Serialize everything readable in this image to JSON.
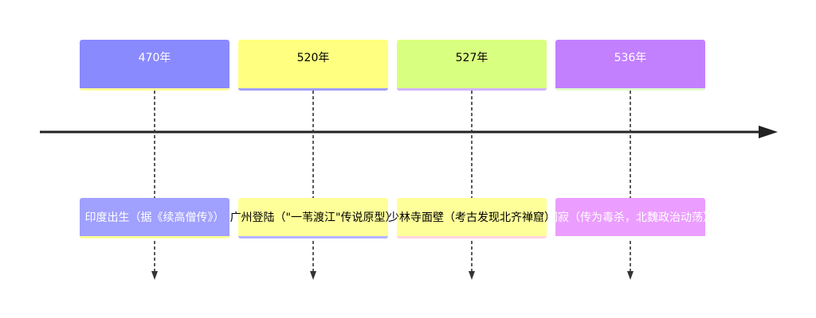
{
  "events": [
    {
      "year": "470年",
      "text": "印度出生（据《续高僧传》）",
      "color": "#8a8aff",
      "under": "#ffff99",
      "text_color": "#ffffff",
      "event_color": "#a0a0ff",
      "event_under": "#ffff99"
    },
    {
      "year": "520年",
      "text": "广州登陆（\"一苇渡江\"传说原型）",
      "color": "#ffff80",
      "under": "#a0a0ff",
      "text_color": "#000000",
      "event_color": "#ffff99",
      "event_under": "#b4b4ff"
    },
    {
      "year": "527年",
      "text": "少林寺面壁（考古发现北齐禅窟）",
      "color": "#d9ff80",
      "under": "#d4b4ff",
      "text_color": "#000000",
      "event_color": "#ffff99",
      "event_under": "#ffd6e0"
    },
    {
      "year": "536年",
      "text": "圆寂（传为毒杀，北魏政治动荡）",
      "color": "#c280ff",
      "under": "#e0ffd0",
      "text_color": "#ffffff",
      "event_color": "#eb9eff",
      "event_under": "#ffffff"
    }
  ],
  "colors": {
    "axis": "#222222",
    "connector": "#333333"
  }
}
